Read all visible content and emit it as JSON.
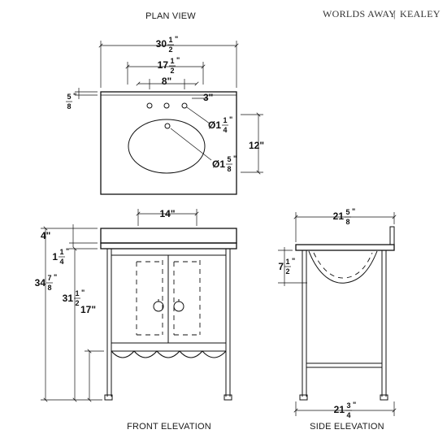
{
  "titles": {
    "plan": "PLAN VIEW",
    "front": "FRONT ELEVATION",
    "side": "SIDE ELEVATION"
  },
  "brand": {
    "name": "WORLDS AWAY",
    "separator": "|",
    "product": "KEALEY"
  },
  "dimensions": {
    "plan_width": {
      "whole": "30",
      "num": "1",
      "den": "2",
      "unit": "\""
    },
    "plan_faucet": {
      "whole": "17",
      "num": "1",
      "den": "2",
      "unit": "\""
    },
    "plan_holes": {
      "text": "8\""
    },
    "plan_top": {
      "whole": "",
      "num": "5",
      "den": "8",
      "unit": "\""
    },
    "plan_offset": {
      "text": "3\""
    },
    "plan_hole_dia": {
      "whole": "Ø1",
      "num": "1",
      "den": "4",
      "unit": "\""
    },
    "plan_depth": {
      "text": "12\""
    },
    "plan_drain_dia": {
      "whole": "Ø1",
      "num": "5",
      "den": "8",
      "unit": "\""
    },
    "front_basin": {
      "text": "14\""
    },
    "front_splash": {
      "text": "4\""
    },
    "front_top": {
      "whole": "1",
      "num": "1",
      "den": "4",
      "unit": "\""
    },
    "front_height": {
      "whole": "34",
      "num": "7",
      "den": "8",
      "unit": "\""
    },
    "front_counter": {
      "whole": "31",
      "num": "1",
      "den": "2",
      "unit": "\""
    },
    "front_shelf": {
      "text": "17\""
    },
    "side_depth_top": {
      "whole": "21",
      "num": "5",
      "den": "8",
      "unit": "\""
    },
    "side_basin": {
      "whole": "7",
      "num": "1",
      "den": "2",
      "unit": "\""
    },
    "side_depth_base": {
      "whole": "21",
      "num": "3",
      "den": "4",
      "unit": "\""
    }
  }
}
